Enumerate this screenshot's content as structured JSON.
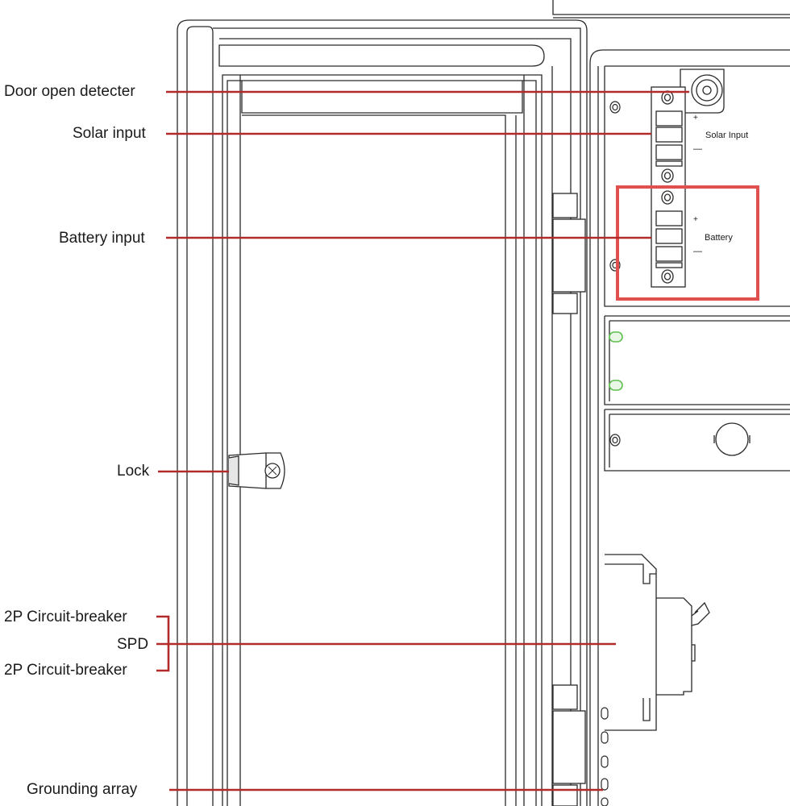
{
  "labels": {
    "door_open_detecter": "Door open detecter",
    "solar_input": "Solar input",
    "battery_input": "Battery input",
    "lock": "Lock",
    "circuit_breaker_top": "2P Circuit-breaker",
    "spd": "SPD",
    "circuit_breaker_bottom": "2P Circuit-breaker",
    "grounding_array": "Grounding array"
  },
  "terminals": {
    "solar_text": "Solar Input",
    "battery_text": "Battery",
    "plus": "+",
    "minus": "—"
  },
  "colors": {
    "leader": "#b22a2a",
    "highlight": "#e0504f",
    "line": "#2a2a2a",
    "led": "#5fbf4f"
  }
}
